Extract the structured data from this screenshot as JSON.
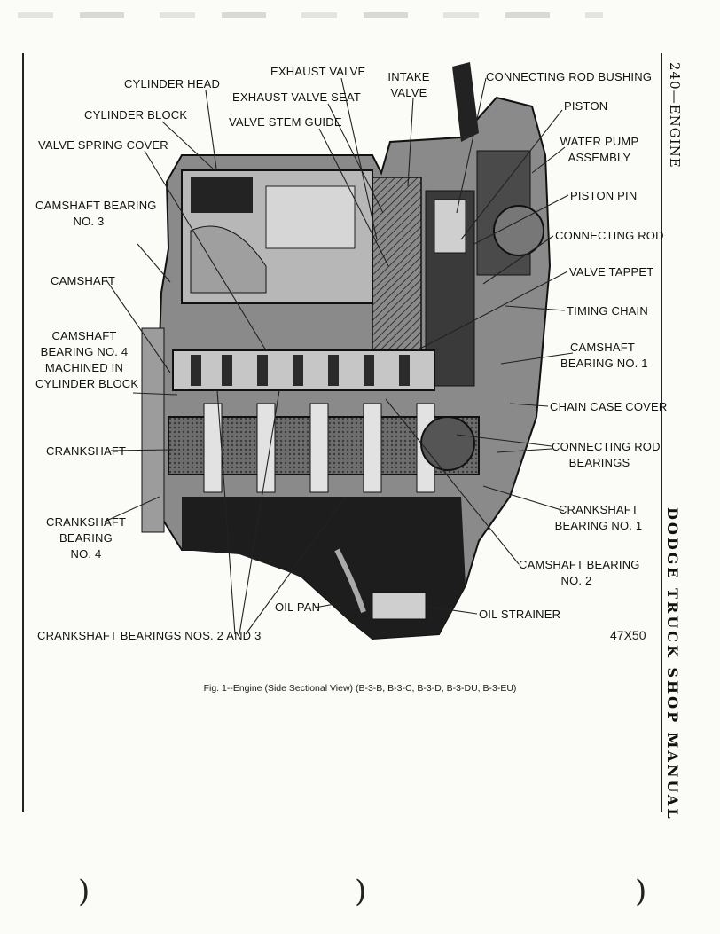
{
  "side_header": "240—ENGINE",
  "side_title": "DODGE TRUCK SHOP MANUAL",
  "figure_code": "47X50",
  "caption": "Fig. 1--Engine (Side Sectional View) (B-3-B, B-3-C, B-3-D, B-3-DU, B-3-EU)",
  "labels": {
    "cylinder_head": "CYLINDER HEAD",
    "cylinder_block": "CYLINDER BLOCK",
    "valve_spring_cover": "VALVE SPRING COVER",
    "camshaft_bearing_no3": [
      "CAMSHAFT BEARING",
      "NO. 3"
    ],
    "camshaft": "CAMSHAFT",
    "camshaft_bearing_no4": [
      "CAMSHAFT",
      "BEARING NO. 4",
      "MACHINED IN",
      "CYLINDER BLOCK"
    ],
    "crankshaft": "CRANKSHAFT",
    "crankshaft_bearing_no4": [
      "CRANKSHAFT",
      "BEARING",
      "NO. 4"
    ],
    "crankshaft_bearings_nos_2_3": "CRANKSHAFT BEARINGS NOS. 2 AND 3",
    "exhaust_valve": "EXHAUST VALVE",
    "exhaust_valve_seat": "EXHAUST VALVE SEAT",
    "valve_stem_guide": "VALVE STEM GUIDE",
    "intake_valve": [
      "INTAKE",
      "VALVE"
    ],
    "connecting_rod_bushing": "CONNECTING ROD BUSHING",
    "piston": "PISTON",
    "water_pump_assembly": [
      "WATER PUMP",
      "ASSEMBLY"
    ],
    "piston_pin": "PISTON PIN",
    "connecting_rod": "CONNECTING ROD",
    "valve_tappet": "VALVE TAPPET",
    "timing_chain": "TIMING CHAIN",
    "camshaft_bearing_no1": [
      "CAMSHAFT",
      "BEARING NO. 1"
    ],
    "chain_case_cover": "CHAIN CASE COVER",
    "connecting_rod_bearings": [
      "CONNECTING ROD",
      "BEARINGS"
    ],
    "crankshaft_bearing_no1": [
      "CRANKSHAFT",
      "BEARING NO. 1"
    ],
    "camshaft_bearing_no2": [
      "CAMSHAFT BEARING",
      "NO. 2"
    ],
    "oil_pan": "OIL PAN",
    "oil_strainer": "OIL STRAINER"
  },
  "footer_marks": [
    ")",
    ")",
    ")"
  ]
}
